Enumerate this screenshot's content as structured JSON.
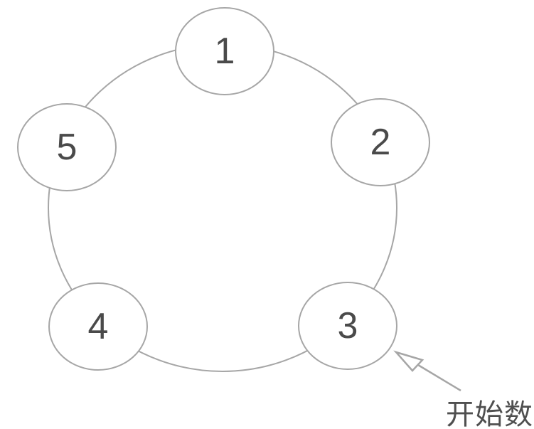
{
  "figure": {
    "description": "five numbered positions arranged on a circle",
    "nodes": [
      {
        "label": "1"
      },
      {
        "label": "2"
      },
      {
        "label": "3"
      },
      {
        "label": "4"
      },
      {
        "label": "5"
      }
    ],
    "annotation": {
      "label": "开始数",
      "points_to_node": "3"
    },
    "colors": {
      "line": "#a6a6a6",
      "number": "#4a4a4a",
      "annotation_text": "#4f4f4f",
      "background": "#ffffff"
    }
  }
}
